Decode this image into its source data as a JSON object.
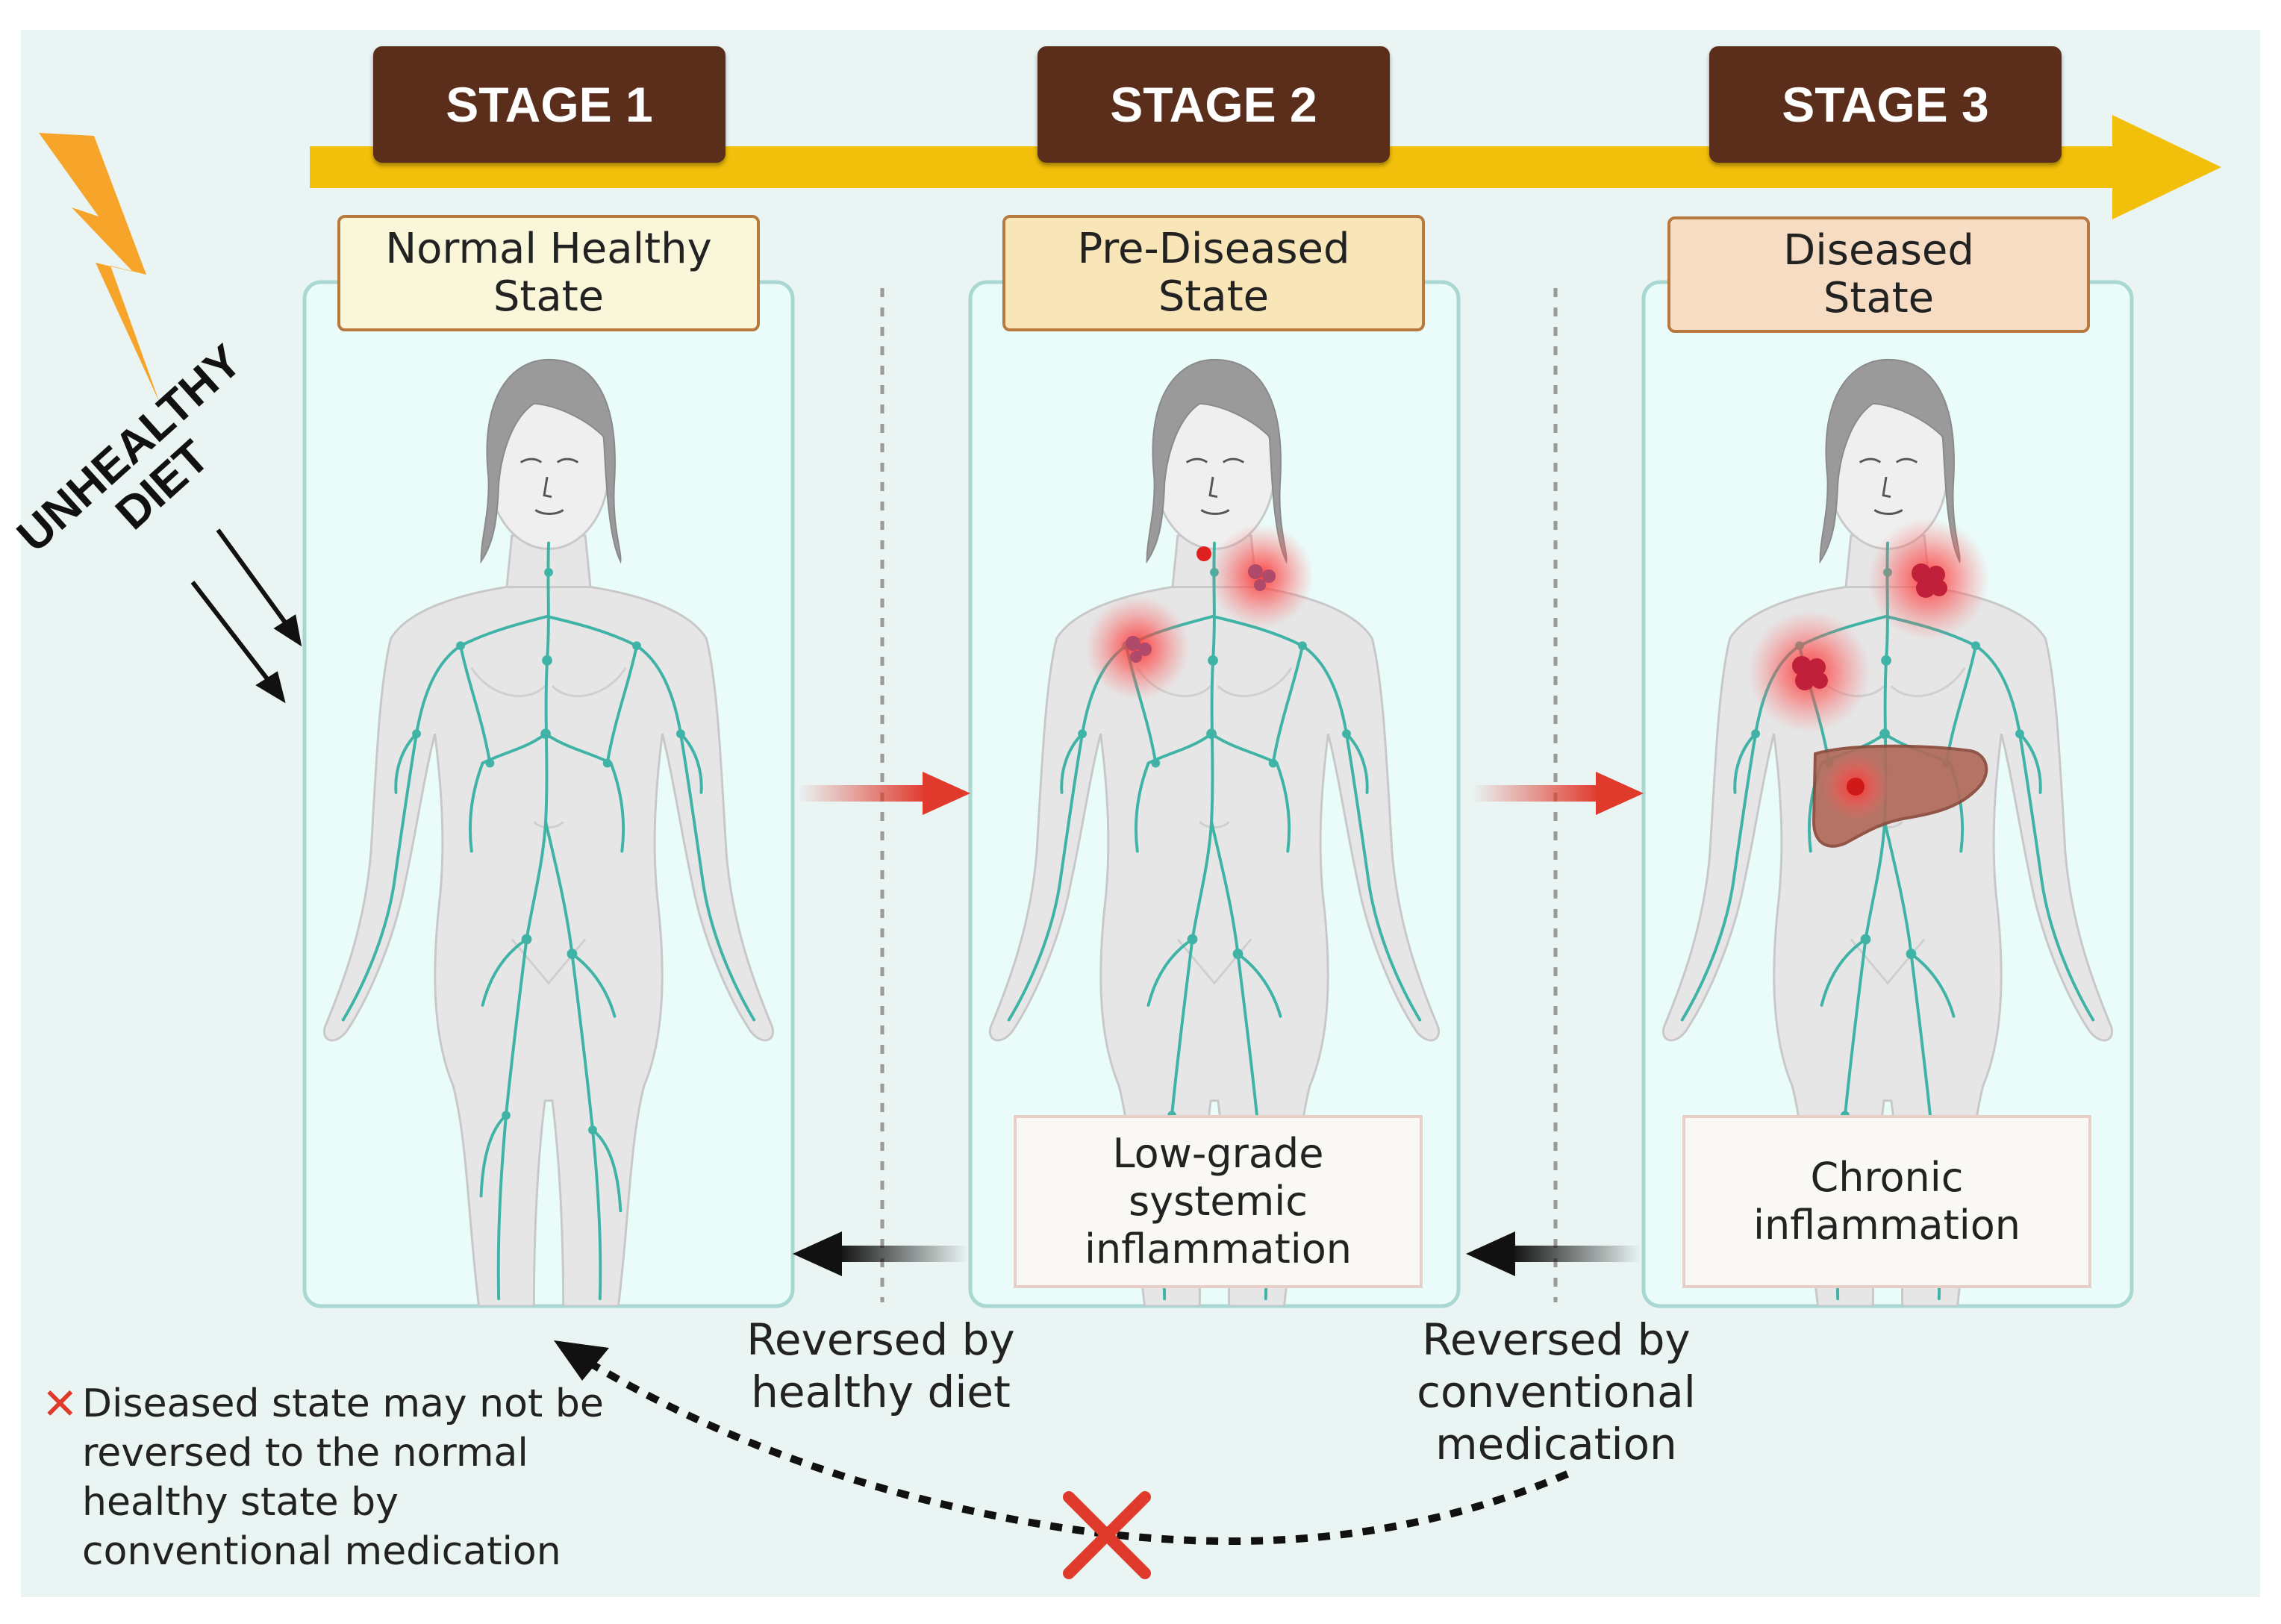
{
  "stages": [
    {
      "badge": "STAGE 1",
      "state": "Normal Healthy\nState",
      "state_color": "#faf6d9",
      "info": "",
      "inflammation_sites": []
    },
    {
      "badge": "STAGE 2",
      "state": "Pre-Diseased\nState",
      "state_color": "#f8e6b8",
      "info": "Low-grade\nsystemic\ninflammation",
      "inflammation_sites": [
        "neck",
        "right-chest",
        "left-breast"
      ]
    },
    {
      "badge": "STAGE 3",
      "state": "Diseased\nState",
      "state_color": "#f6dcc2",
      "info": "Chronic\ninflammation",
      "inflammation_sites": [
        "right-chest",
        "left-breast",
        "liver"
      ]
    }
  ],
  "trigger": {
    "label": "UNHEALTHY\nDIET",
    "icon": "lightning-bolt-icon",
    "icon_color": "#f7a52a"
  },
  "progression_arrow_color": "#f2bf0a",
  "forward_arrow_color": "#e03a2d",
  "reverse_arrow_color": "#111111",
  "reversals": [
    {
      "label": "Reversed by\nhealthy diet"
    },
    {
      "label": "Reversed by\nconventional\nmedication"
    }
  ],
  "irreversible_note": {
    "marker": "✕",
    "text": "Diseased state may not be\nreversed to the normal\nhealthy state by\nconventional medication",
    "marker_color": "#e03a2d"
  },
  "colors": {
    "panel_bg": "#eafcfa",
    "panel_border": "#a9d8d3",
    "background": "#e9f4f3",
    "lymph": "#3fb3a6",
    "body": "#e6e6e6",
    "hair": "#9a9a9a",
    "liver": "#b06a5a"
  }
}
